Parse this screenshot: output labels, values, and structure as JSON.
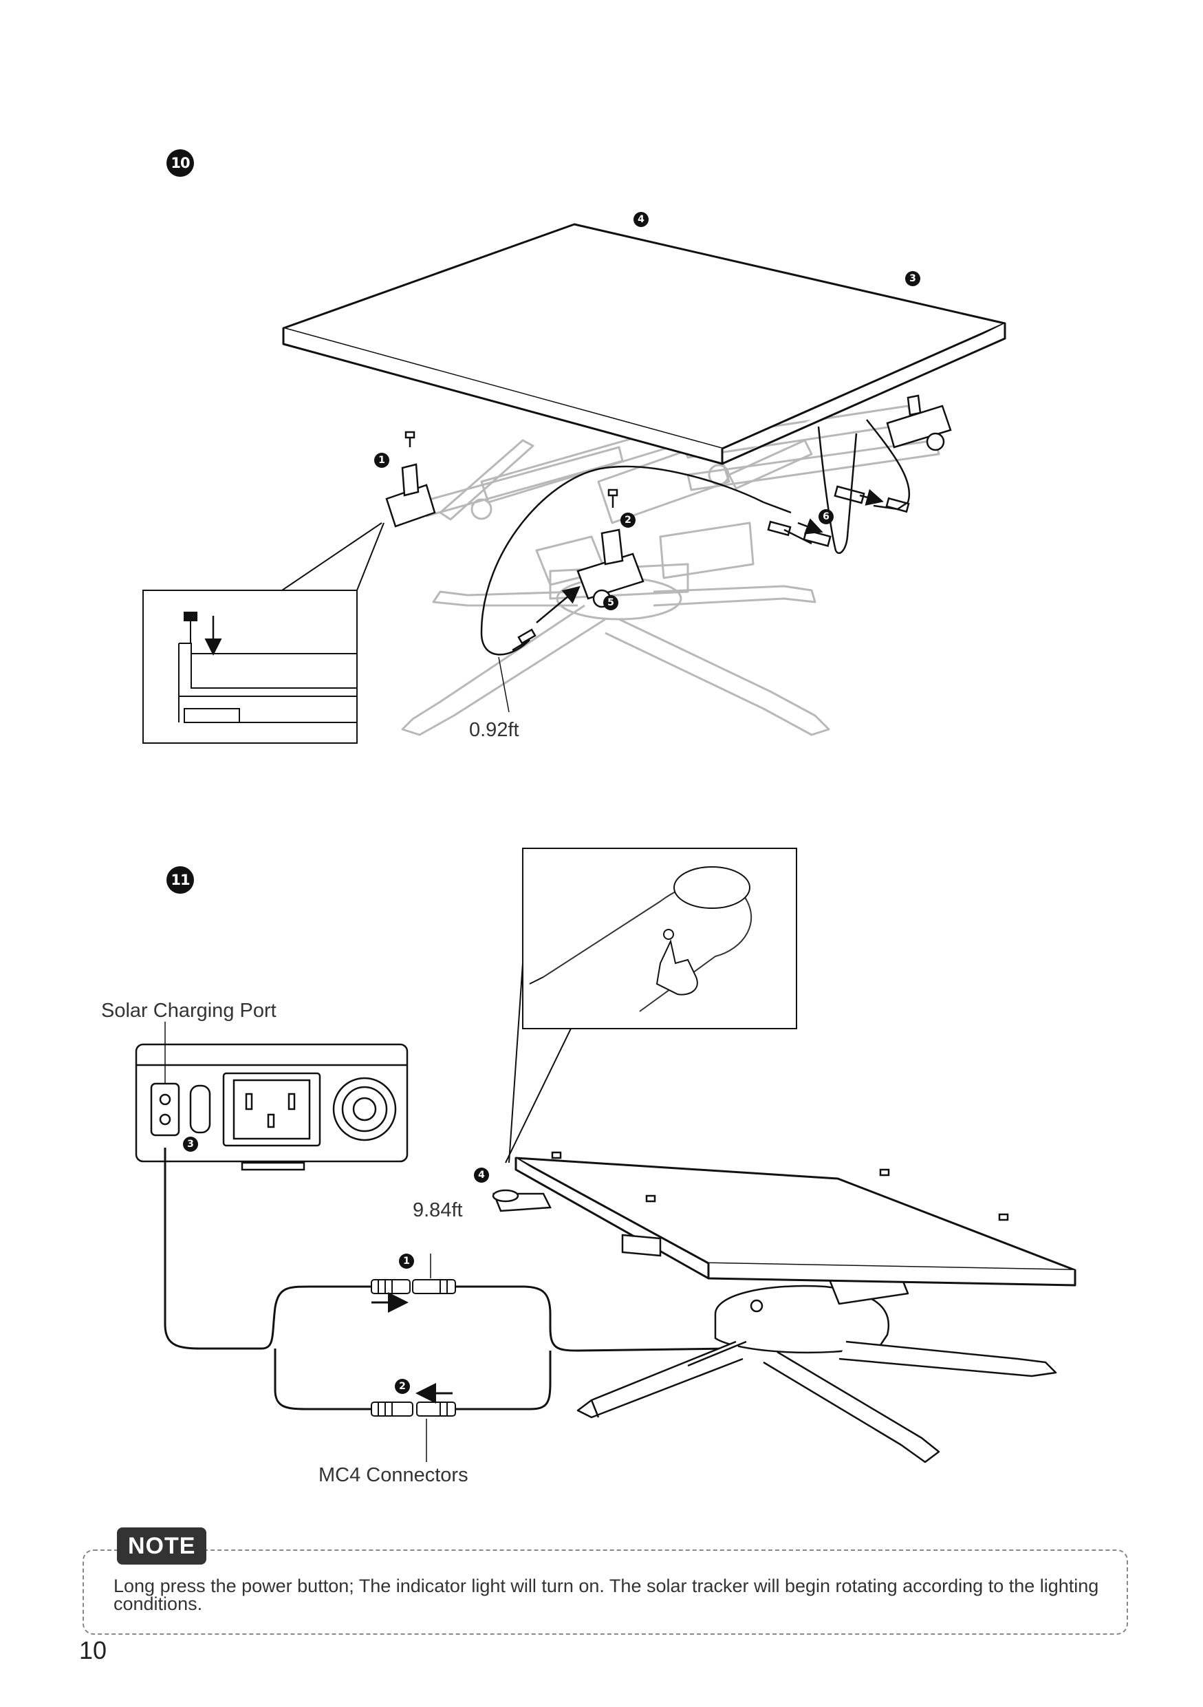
{
  "step10": {
    "badge": "10",
    "callouts": [
      "1",
      "2",
      "3",
      "4",
      "5",
      "6"
    ],
    "cable_length": "0.92ft"
  },
  "step11": {
    "badge": "11",
    "port_label": "Solar Charging Port",
    "port_callout": "3",
    "panel_callout": "4",
    "cable_length": "9.84ft",
    "connector_callouts": [
      "1",
      "2"
    ],
    "connectors_label": "MC4 Connectors"
  },
  "note": {
    "tag": "NOTE",
    "text": "Long press the power button; The indicator light will turn on. The solar tracker will begin rotating according to the lighting conditions."
  },
  "page_number": "10"
}
